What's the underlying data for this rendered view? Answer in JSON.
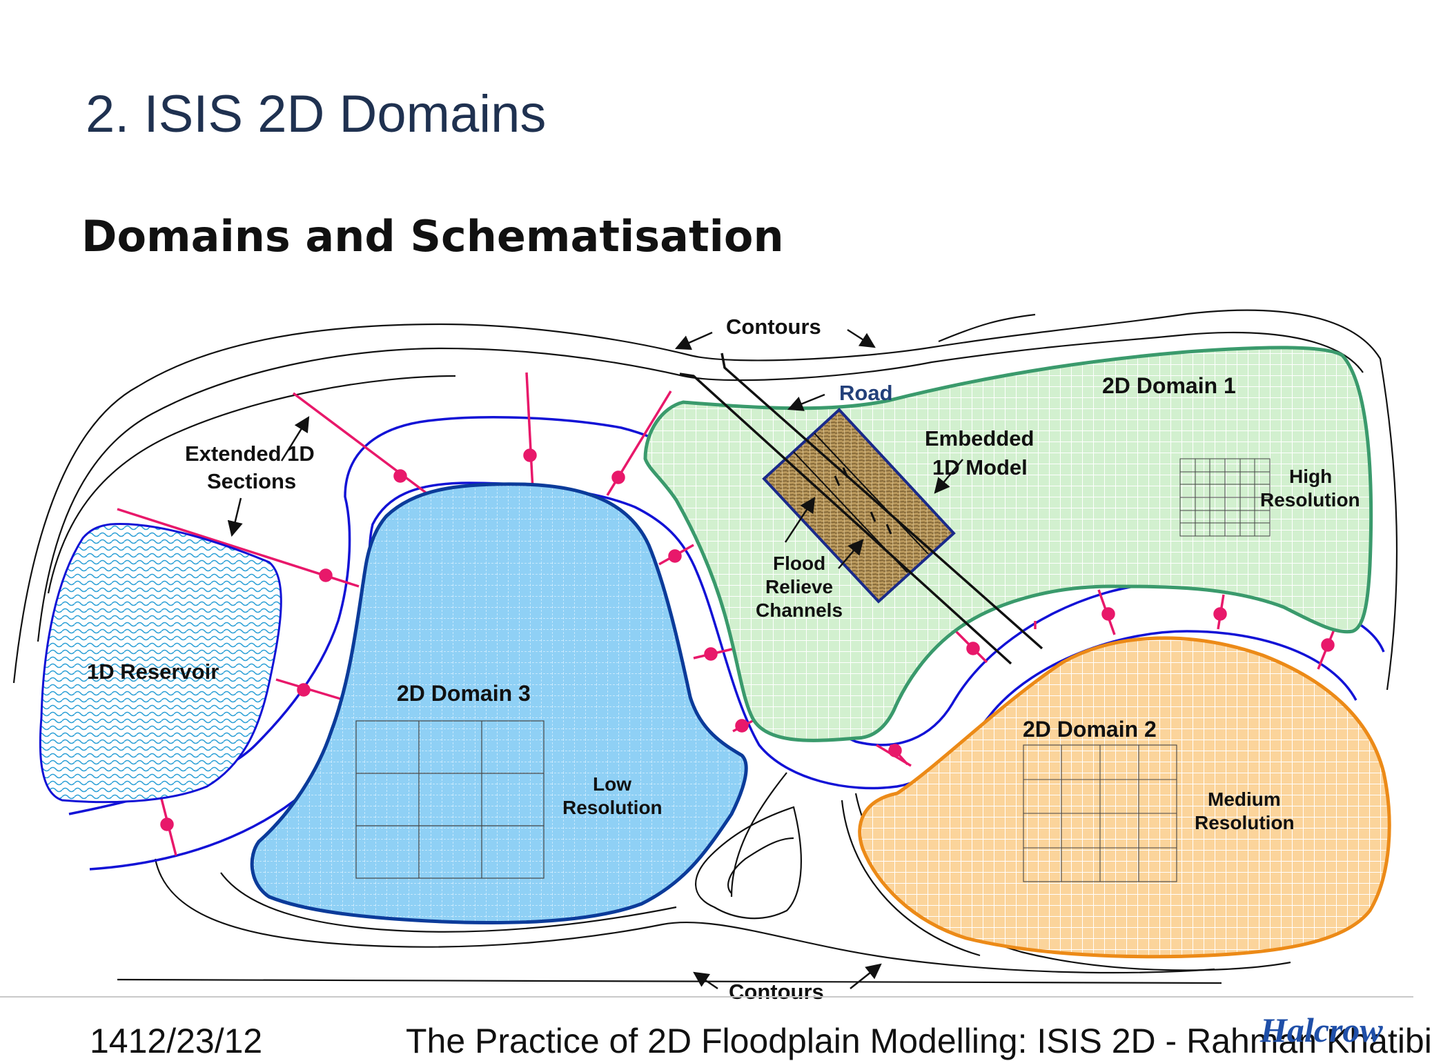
{
  "slide": {
    "title": "2. ISIS 2D Domains",
    "subtitle": "Domains and Schematisation"
  },
  "labels": {
    "contours_top": "Contours",
    "contours_bottom": "Contours",
    "road": "Road",
    "domain1": "2D Domain 1",
    "domain2": "2D Domain 2",
    "domain3": "2D Domain 3",
    "embedded_line1": "Embedded",
    "embedded_line2": "1D Model",
    "high_line1": "High",
    "high_line2": "Resolution",
    "medium_line1": "Medium",
    "medium_line2": "Resolution",
    "low_line1": "Low",
    "low_line2": "Resolution",
    "extended_line1": "Extended 1D",
    "extended_line2": "Sections",
    "reservoir": "1D Reservoir",
    "flood_line1": "Flood",
    "flood_line2": "Relieve",
    "flood_line3": "Channels"
  },
  "colors": {
    "domain1_fill": "#d2f0cf",
    "domain1_stroke": "#3a9a6c",
    "domain2_fill": "#fbd49b",
    "domain2_stroke": "#ec8a17",
    "domain3_fill": "#8fd0f5",
    "domain3_stroke": "#0b3b9a",
    "river": "#1212d6",
    "sections": "#e8186a",
    "title": "#1f3150"
  },
  "footer": {
    "date": "1412/23/12",
    "text": "The Practice of 2D Floodplain Modelling: ISIS 2D - Rahman Khatibi",
    "logo": "Halcrow"
  }
}
